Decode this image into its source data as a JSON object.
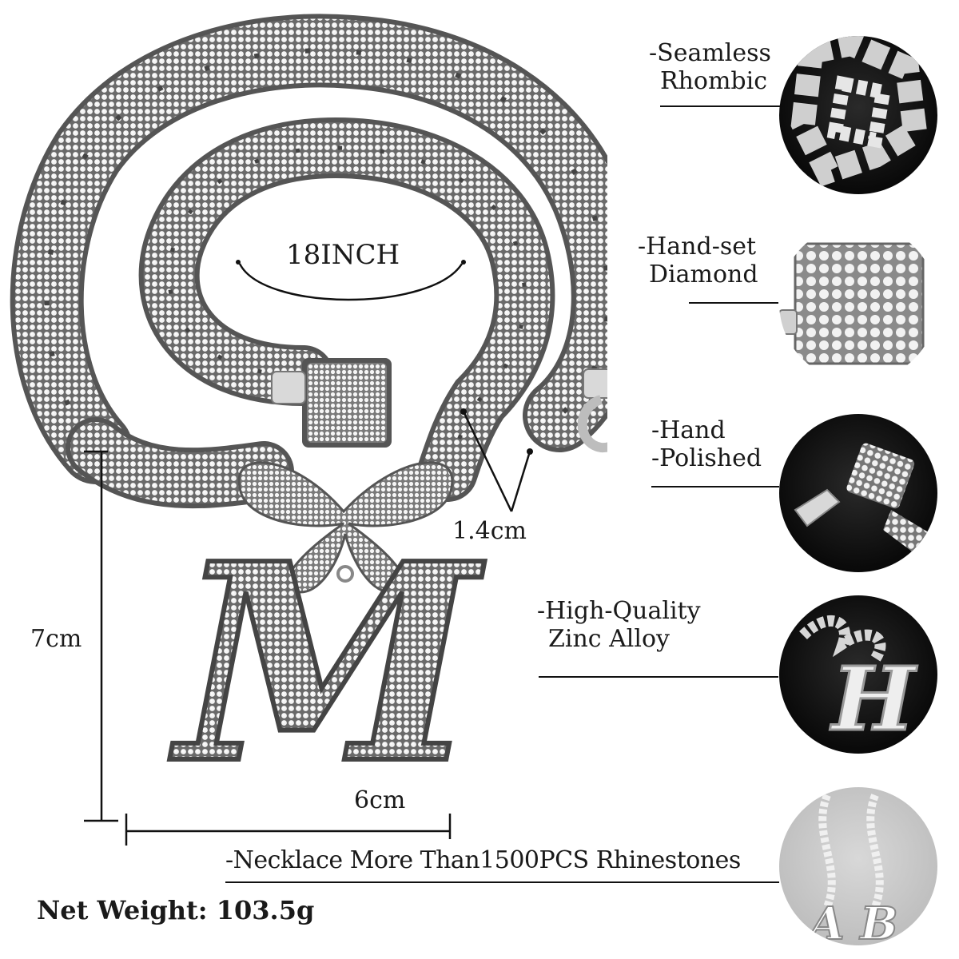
{
  "measurements": {
    "length": "18INCH",
    "link_width": "1.4cm",
    "pendant_height": "7cm",
    "pendant_width": "6cm"
  },
  "features": [
    {
      "line1": "-Seamless",
      "line2": "Rhombic"
    },
    {
      "line1": "-Hand-set",
      "line2": "Diamond"
    },
    {
      "line1": "-Hand",
      "line2": "-Polished"
    },
    {
      "line1": "-High-Quality",
      "line2": "Zinc Alloy"
    }
  ],
  "rhinestones_note": "-Necklace More Than1500PCS Rhinestones",
  "net_weight": "Net Weight: 103.5g",
  "pendant_letter": "M",
  "detail_letters": [
    "H",
    "A",
    "B"
  ],
  "colors": {
    "background": "#ffffff",
    "metal": "#c9c9c9",
    "circle_dark": "#0a0a0a"
  }
}
